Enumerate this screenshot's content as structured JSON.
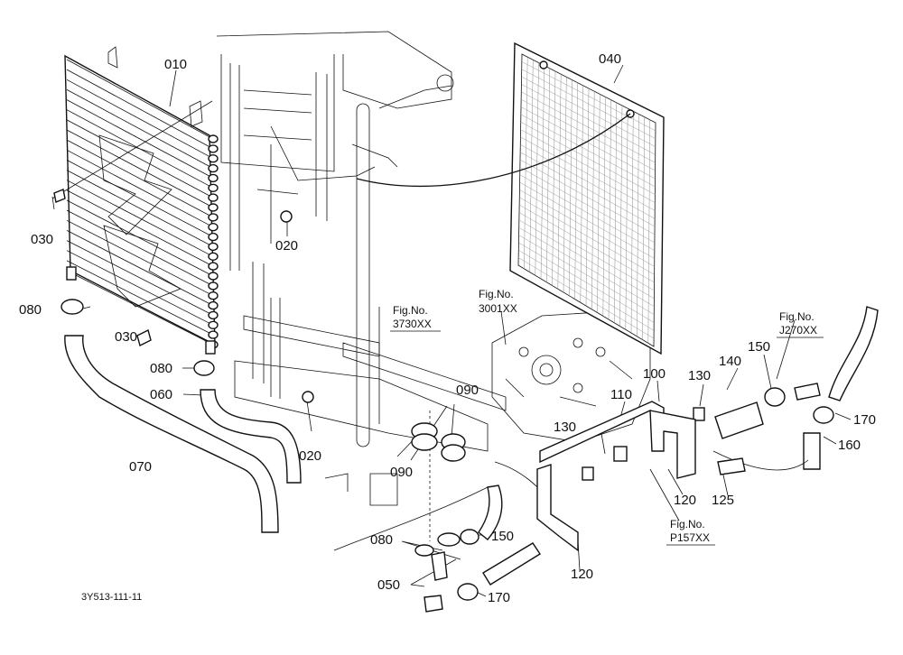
{
  "diagram_code": "3Y513-111-11",
  "part_labels": {
    "p010": "010",
    "p020a": "020",
    "p020b": "020",
    "p030a": "030",
    "p030b": "030",
    "p040": "040",
    "p050": "050",
    "p060": "060",
    "p070": "070",
    "p080a": "080",
    "p080b": "080",
    "p080c": "080",
    "p090a": "090",
    "p090b": "090",
    "p100": "100",
    "p110": "110",
    "p120a": "120",
    "p120b": "120",
    "p125": "125",
    "p130a": "130",
    "p130b": "130",
    "p140": "140",
    "p150a": "150",
    "p150b": "150",
    "p160": "160",
    "p170a": "170",
    "p170b": "170"
  },
  "figure_refs": {
    "f3730": {
      "label": "Fig.No.",
      "number": "3730XX"
    },
    "f3001": {
      "label": "Fig.No.",
      "number": "3001XX"
    },
    "fJ270": {
      "label": "Fig.No.",
      "number": "J270XX"
    },
    "fP157": {
      "label": "Fig.No.",
      "number": "P157XX"
    }
  }
}
